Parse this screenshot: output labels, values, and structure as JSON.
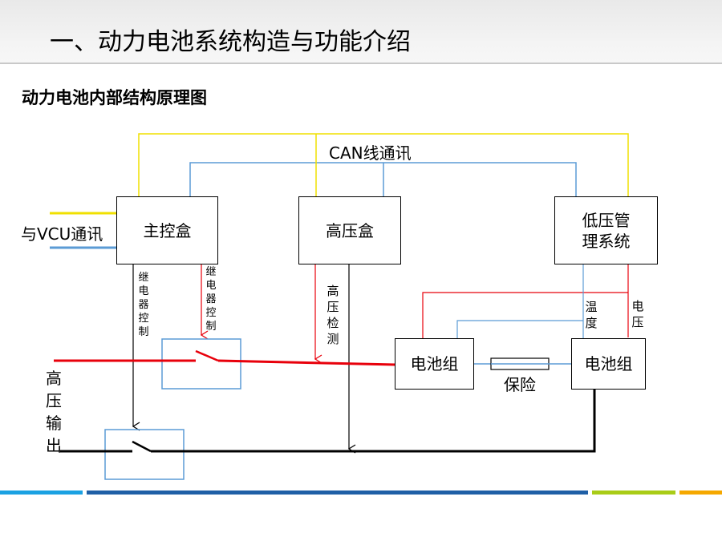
{
  "header": {
    "title": "一、动力电池系统构造与功能介绍"
  },
  "subtitle": "动力电池内部结构原理图",
  "labels": {
    "can_bus": "CAN线通讯",
    "vcu_comm": "与VCU通讯",
    "relay_control_1": "继电器控制",
    "relay_control_2": "继电器控制",
    "hv_detection": "高压检测",
    "temperature": "温度",
    "voltage": "电压",
    "fuse": "保险",
    "hv_output": "高压输出"
  },
  "boxes": {
    "main_control": "主控盒",
    "hv_box": "高压盒",
    "lv_bms_line1": "低压管",
    "lv_bms_line2": "理系统",
    "battery_1": "电池组",
    "battery_2": "电池组"
  },
  "colors": {
    "can_line_yellow": "#f0e000",
    "can_line_blue": "#5b9bd5",
    "power_red": "#e8000b",
    "black": "#000000",
    "bar_cyan": "#1ba1e2",
    "bar_blue": "#1f5fa6",
    "bar_green": "#a9cc17",
    "bar_orange": "#f5a800"
  }
}
